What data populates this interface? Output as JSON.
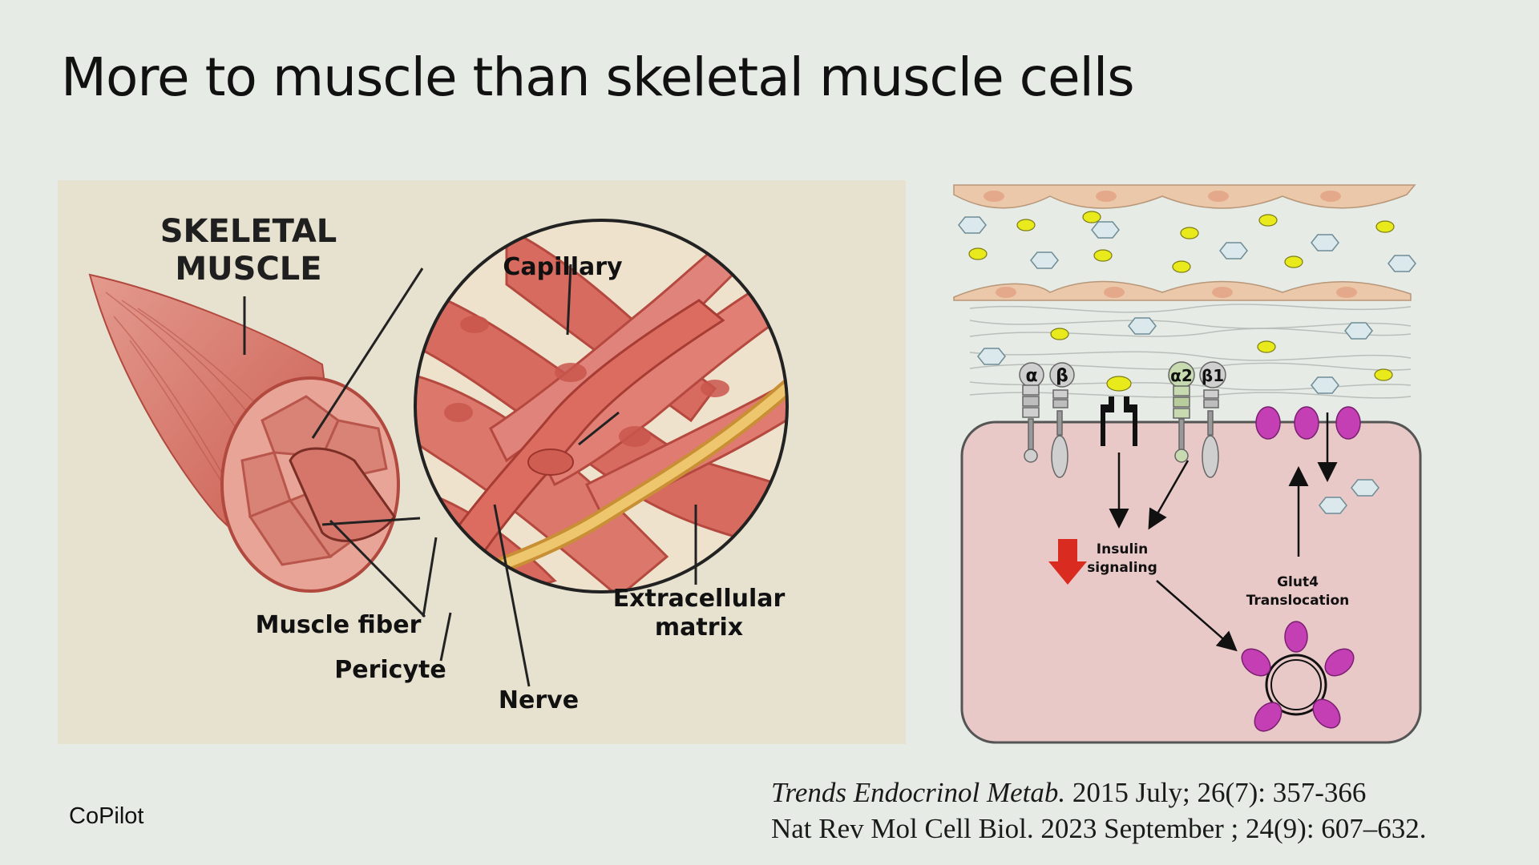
{
  "slide": {
    "title": "More to muscle than skeletal muscle cells",
    "credit": "CoPilot"
  },
  "left_figure": {
    "heading_line1": "SKELETAL",
    "heading_line2": "MUSCLE",
    "labels": {
      "capillary": "Capillary",
      "muscle_fiber": "Muscle fiber",
      "pericyte": "Pericyte",
      "nerve": "Nerve",
      "ecm_line1": "Extracellular",
      "ecm_line2": "matrix"
    }
  },
  "right_figure": {
    "integrin_a": "α",
    "integrin_b": "β",
    "integrin_a2": "α2",
    "integrin_b1": "β1",
    "insulin_line1": "Insulin",
    "insulin_line2": "signaling",
    "glut4_line1": "Glut4",
    "glut4_line2": "Translocation"
  },
  "references": {
    "ref1_journal": "Trends Endocrinol Metab.",
    "ref1_rest": " 2015 July; 26(7): 357-366",
    "ref2": "Nat Rev Mol Cell Biol. 2023 September ; 24(9): 607–632."
  },
  "colors": {
    "background": "#e6ebe6",
    "muscle": "#d9746a",
    "nerve": "#e4b55c",
    "cell": "#e8c9c8",
    "glut4": "#c43fb4",
    "down_arrow": "#d92b1f"
  }
}
